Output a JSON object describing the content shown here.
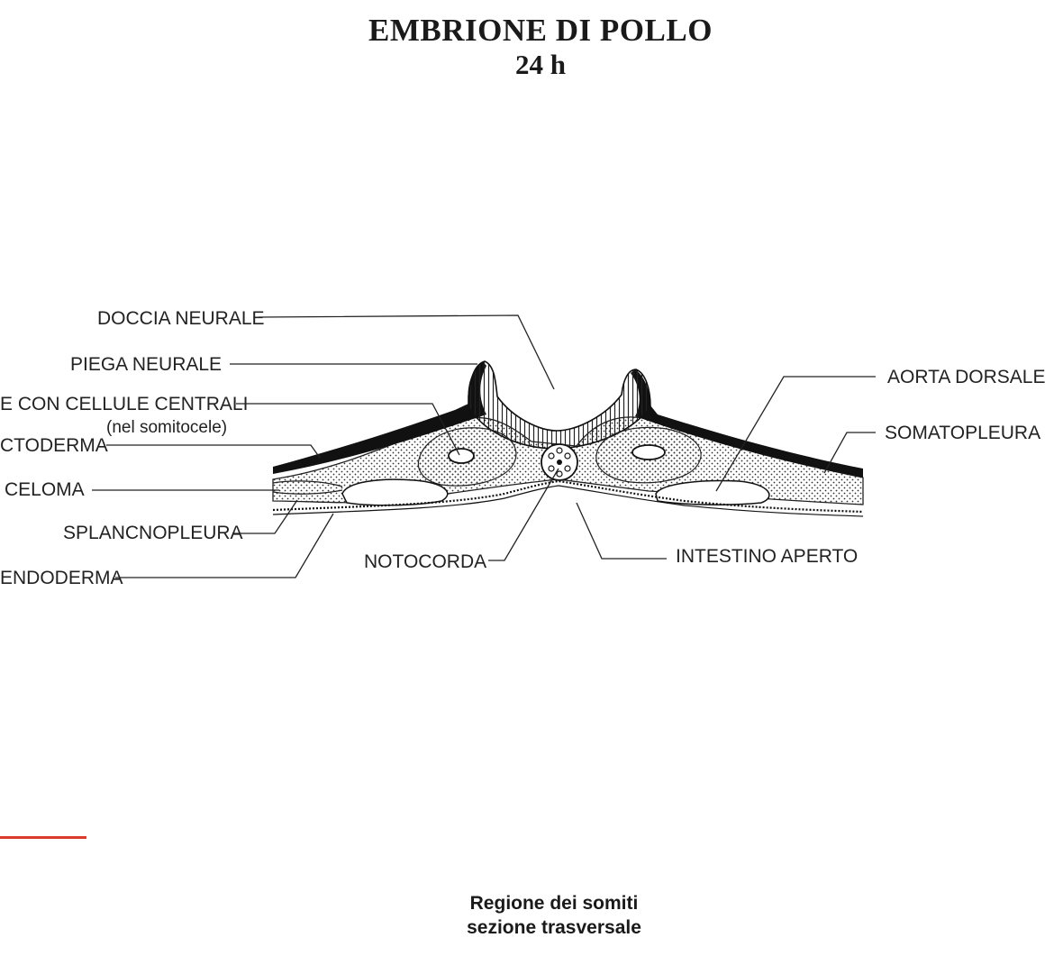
{
  "title": {
    "line1": "EMBRIONE DI POLLO",
    "line2": "24 h"
  },
  "labels": {
    "doccia_neurale": "DOCCIA NEURALE",
    "piega_neurale": "PIEGA NEURALE",
    "somite": "E CON CELLULE CENTRALI",
    "somite_note": "(nel somitocele)",
    "ectoderma": "CTODERMA",
    "celoma": "CELOMA",
    "splancnopleura": "SPLANCNOPLEURA",
    "endoderma": "ENDODERMA",
    "notocorda": "NOTOCORDA",
    "intestino_aperto": "INTESTINO APERTO",
    "aorta_dorsale": "AORTA DORSALE",
    "somatopleura": "SOMATOPLEURA"
  },
  "caption": {
    "line1": "Regione dei somiti",
    "line2": "sezione trasversale"
  },
  "colors": {
    "accent_red": "#d93a2b",
    "ink": "#1a1a1a"
  }
}
